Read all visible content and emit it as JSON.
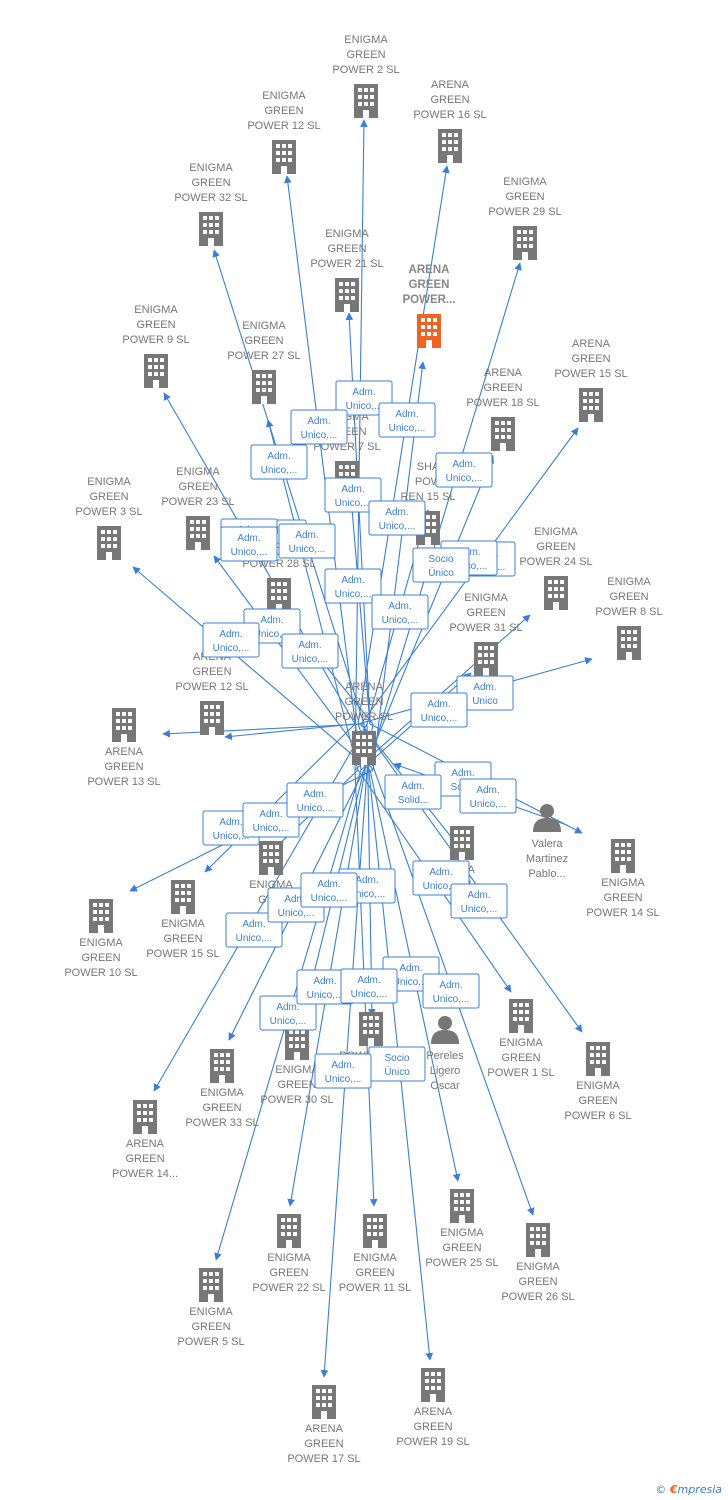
{
  "center": {
    "id": "center",
    "lines": [
      "ARENA",
      "GREEN",
      "POWER  SL"
    ]
  },
  "nodes": [
    {
      "id": "n1",
      "lines": [
        "ENIGMA",
        "GREEN",
        "POWER 2  SL"
      ]
    },
    {
      "id": "n2",
      "lines": [
        "ARENA",
        "GREEN",
        "POWER 16  SL"
      ]
    },
    {
      "id": "n3",
      "lines": [
        "ENIGMA",
        "GREEN",
        "POWER 12  SL"
      ]
    },
    {
      "id": "n4",
      "lines": [
        "ENIGMA",
        "GREEN",
        "POWER 32  SL"
      ]
    },
    {
      "id": "n5",
      "lines": [
        "ENIGMA",
        "GREEN",
        "POWER 29  SL"
      ]
    },
    {
      "id": "n6",
      "lines": [
        "ENIGMA",
        "GREEN",
        "POWER 21  SL"
      ]
    },
    {
      "id": "n7",
      "lines": [
        "ARENA",
        "GREEN",
        "POWER..."
      ],
      "highlight": true
    },
    {
      "id": "n8",
      "lines": [
        "ENIGMA",
        "GREEN",
        "POWER 9  SL"
      ]
    },
    {
      "id": "n9",
      "lines": [
        "ENIGMA",
        "GREEN",
        "POWER 27  SL"
      ]
    },
    {
      "id": "n10",
      "lines": [
        "ARENA",
        "GREEN",
        "POWER 15  SL"
      ]
    },
    {
      "id": "n11",
      "lines": [
        "ARENA",
        "GREEN",
        "POWER 18  SL"
      ]
    },
    {
      "id": "n12",
      "lines": [
        "ENIGMA",
        "GREEN",
        "POWER 7  SL"
      ]
    },
    {
      "id": "n13",
      "lines": [
        "SHA",
        "POW",
        "REN 15  SL"
      ]
    },
    {
      "id": "n14",
      "lines": [
        "ENIGMA",
        "GREEN",
        "POWER 3  SL"
      ]
    },
    {
      "id": "n15",
      "lines": [
        "ENIGMA",
        "GREEN",
        "POWER 23  SL"
      ]
    },
    {
      "id": "n16",
      "lines": [
        "ENIGMA",
        "GREEN",
        "POWER 28  SL"
      ]
    },
    {
      "id": "n17",
      "lines": [
        "ENIGMA",
        "GREEN",
        "POWER 24  SL"
      ]
    },
    {
      "id": "n18",
      "lines": [
        "ENIGMA",
        "GREEN",
        "POWER 8  SL"
      ]
    },
    {
      "id": "n19",
      "lines": [
        "ENIGMA",
        "GREEN",
        "POWER 31  SL"
      ]
    },
    {
      "id": "n20",
      "lines": [
        "ARENA",
        "GREEN",
        "POWER 13  SL"
      ]
    },
    {
      "id": "n21",
      "lines": [
        "ARENA",
        "GREEN",
        "POWER 12  SL"
      ]
    },
    {
      "id": "n22",
      "lines": [
        "Valera",
        "Martinez",
        "Pablo..."
      ],
      "person": true
    },
    {
      "id": "n23",
      "lines": [
        "ENIGMA",
        "GREEN",
        "POWER 14  SL"
      ]
    },
    {
      "id": "n24",
      "lines": [
        "ENIGMA",
        "GR..."
      ]
    },
    {
      "id": "n25",
      "lines": [
        "...MA",
        "POW..."
      ]
    },
    {
      "id": "n26",
      "lines": [
        "ENIGMA",
        "GREEN",
        "POWER 10  SL"
      ]
    },
    {
      "id": "n27",
      "lines": [
        "ENIGMA",
        "GREEN",
        "POWER 15  SL"
      ]
    },
    {
      "id": "n28",
      "lines": [
        "Pereles",
        "Ligero",
        "Oscar"
      ],
      "person": true
    },
    {
      "id": "n29",
      "lines": [
        "ENIGMA",
        "GREEN",
        "POWER 1  SL"
      ]
    },
    {
      "id": "n30",
      "lines": [
        "ENIGMA",
        "GREEN",
        "POWER 6  SL"
      ]
    },
    {
      "id": "n31",
      "lines": [
        "ENIGMA",
        "GREEN",
        "POWER 33  SL"
      ]
    },
    {
      "id": "n32",
      "lines": [
        "ENIGMA",
        "GREEN",
        "POWER 30  SL"
      ]
    },
    {
      "id": "n33",
      "lines": [
        "...POWER 11  SL"
      ]
    },
    {
      "id": "n34",
      "lines": [
        "ARENA",
        "GREEN",
        "POWER 14..."
      ]
    },
    {
      "id": "n35",
      "lines": [
        "ENIGMA",
        "GREEN",
        "POWER 25  SL"
      ]
    },
    {
      "id": "n36",
      "lines": [
        "ENIGMA",
        "GREEN",
        "POWER 22  SL"
      ]
    },
    {
      "id": "n37",
      "lines": [
        "ENIGMA",
        "GREEN",
        "POWER 11  SL"
      ]
    },
    {
      "id": "n38",
      "lines": [
        "ENIGMA",
        "GREEN",
        "POWER 26  SL"
      ]
    },
    {
      "id": "n39",
      "lines": [
        "ENIGMA",
        "GREEN",
        "POWER 5  SL"
      ]
    },
    {
      "id": "n40",
      "lines": [
        "ARENA",
        "GREEN",
        "POWER 19  SL"
      ]
    },
    {
      "id": "n41",
      "lines": [
        "ARENA",
        "GREEN",
        "POWER 17  SL"
      ]
    }
  ],
  "edges": [
    {
      "to": "n1",
      "label": [
        "Adm.",
        "Unico,..."
      ]
    },
    {
      "to": "n2",
      "label": [
        "Adm.",
        "Unico,..."
      ]
    },
    {
      "to": "n3",
      "label": [
        "Adm.",
        "Unico,..."
      ]
    },
    {
      "to": "n4",
      "label": [
        "Adm.",
        "Unico,..."
      ]
    },
    {
      "to": "n5",
      "label": [
        "Adm.",
        "Unico,..."
      ]
    },
    {
      "to": "n6",
      "label": [
        "Adm.",
        "Unico,..."
      ]
    },
    {
      "to": "n7",
      "label": [
        "Adm.",
        "Unico,..."
      ]
    },
    {
      "to": "n8",
      "label": [
        "Adm.",
        "Unico,..."
      ]
    },
    {
      "to": "n9",
      "label": [
        "Adm.",
        "Unico,..."
      ]
    },
    {
      "to": "n10",
      "label": [
        "Adm.",
        "Unico,..."
      ]
    },
    {
      "to": "n11",
      "label": [
        "Adm.",
        "Unico,..."
      ]
    },
    {
      "to": "n13",
      "label": [
        "Socio",
        "Único"
      ]
    },
    {
      "to": "n14",
      "label": [
        "Adm.",
        "Unico,..."
      ]
    },
    {
      "to": "n16",
      "label": [
        "Adm.",
        "Unico,..."
      ]
    },
    {
      "to": "n17",
      "label": [
        "Adm.",
        "Unico,..."
      ]
    },
    {
      "to": "n18",
      "label": [
        "Adm.",
        "Unico,..."
      ]
    },
    {
      "to": "n19",
      "label": [
        "Adm.",
        "Unico"
      ]
    },
    {
      "to": "n20",
      "label": [
        "Adm.",
        "Unico,..."
      ]
    },
    {
      "from": "n22",
      "to": "center",
      "label": [
        "Adm.",
        "Soli..."
      ]
    },
    {
      "to": "n23",
      "label": [
        "Adm.",
        "Unico,..."
      ]
    },
    {
      "to": "n26",
      "label": [
        "Adm.",
        "Unico,..."
      ]
    },
    {
      "to": "n27",
      "label": [
        "Adm.",
        "Unico,..."
      ]
    },
    {
      "to": "n29",
      "label": [
        "Adm.",
        "Unico,..."
      ]
    },
    {
      "to": "n30",
      "label": [
        "Adm.",
        "Unico,..."
      ]
    },
    {
      "to": "n31",
      "label": [
        "Adm.",
        "Unico,..."
      ]
    },
    {
      "to": "n34",
      "label": [
        "Adm.",
        "Unico,..."
      ]
    },
    {
      "to": "n35",
      "label": [
        "Adm.",
        "Unico,..."
      ]
    },
    {
      "to": "n36",
      "label": [
        "Adm.",
        "Unico,..."
      ]
    },
    {
      "to": "n37",
      "label": [
        "Socio",
        "Único"
      ]
    },
    {
      "to": "n38",
      "label": [
        "Adm.",
        "Unico,..."
      ]
    },
    {
      "to": "n39",
      "label": [
        "Adm.",
        "Unico,..."
      ]
    },
    {
      "to": "n40",
      "label": [
        "Adm.",
        "Unico,..."
      ]
    },
    {
      "to": "n41",
      "label": [
        "Adm.",
        "Unico,..."
      ]
    },
    {
      "to": "n12",
      "label": [
        "Adm.",
        "Unico,..."
      ]
    },
    {
      "to": "n15",
      "label": [
        "Adm.",
        "Unico,..."
      ]
    },
    {
      "to": "n21",
      "label": [
        "Adm.",
        "Unico,..."
      ]
    },
    {
      "to": "n24",
      "label": [
        "Adm.",
        "Unico,..."
      ]
    },
    {
      "to": "n25",
      "label": [
        "Adm.",
        "Solid..."
      ]
    },
    {
      "to": "n32",
      "label": [
        "Adm.",
        "Unico,..."
      ]
    },
    {
      "to": "n33",
      "label": [
        "Adm.",
        "Unico,..."
      ]
    }
  ],
  "footer": {
    "copyright": "©",
    "brand_first": "€",
    "brand_rest": "mpresia"
  },
  "colors": {
    "edge": "#3b7fd4",
    "node": "#777777",
    "highlight": "#f26322"
  }
}
